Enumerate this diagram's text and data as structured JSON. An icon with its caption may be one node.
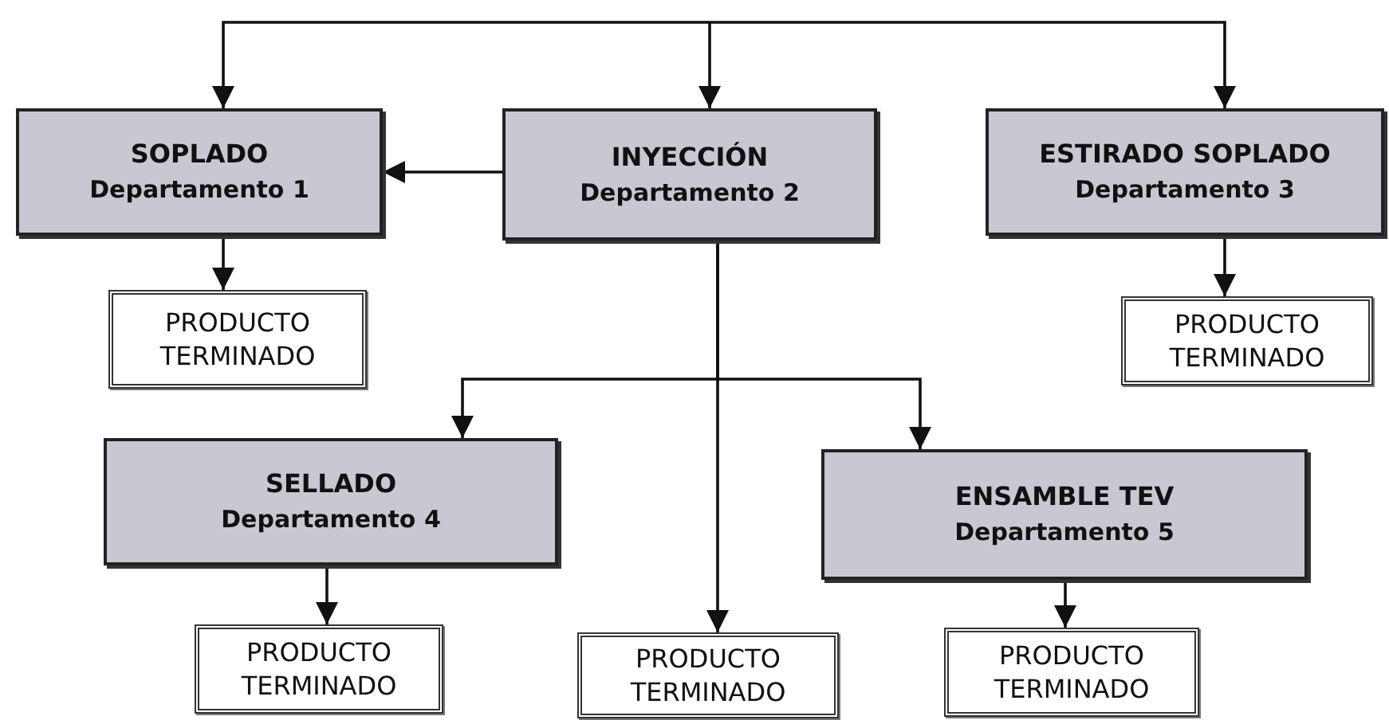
{
  "diagram": {
    "nodes": [
      {
        "text": [
          "SOPLADO",
          "Departamento 1"
        ]
      },
      {
        "text": [
          "INYECCIÓN",
          "Departamento 2"
        ]
      },
      {
        "text": [
          "ESTIRADO SOPLADO",
          "Departamento 3"
        ]
      },
      {
        "text": [
          "PRODUCTO TERMINADO"
        ]
      },
      {
        "text": [
          "PRODUCTO TERMINADO"
        ]
      },
      {
        "text": [
          "SELLADO",
          "Departamento 4"
        ]
      },
      {
        "text": [
          "ENSAMBLE TEV",
          "Departamento 5"
        ]
      },
      {
        "text": [
          "PRODUCTO TERMINADO"
        ]
      },
      {
        "text": [
          "PRODUCTO TERMINADO"
        ]
      },
      {
        "text": [
          "PRODUCTO TERMINADO"
        ]
      }
    ],
    "edges": [
      {
        "from": null,
        "to": 0,
        "arrow": "to"
      },
      {
        "from": null,
        "to": 1,
        "arrow": "to"
      },
      {
        "from": null,
        "to": 2,
        "arrow": "to"
      },
      {
        "from": 1,
        "to": 0,
        "arrow": "to"
      },
      {
        "from": 0,
        "to": 3,
        "arrow": "to"
      },
      {
        "from": 2,
        "to": 4,
        "arrow": "to"
      },
      {
        "from": 1,
        "to": 5,
        "arrow": "to"
      },
      {
        "from": 1,
        "to": 6,
        "arrow": "to"
      },
      {
        "from": 1,
        "to": 8,
        "arrow": "to"
      },
      {
        "from": 5,
        "to": 7,
        "arrow": "to"
      },
      {
        "from": 6,
        "to": 9,
        "arrow": "to"
      }
    ]
  }
}
